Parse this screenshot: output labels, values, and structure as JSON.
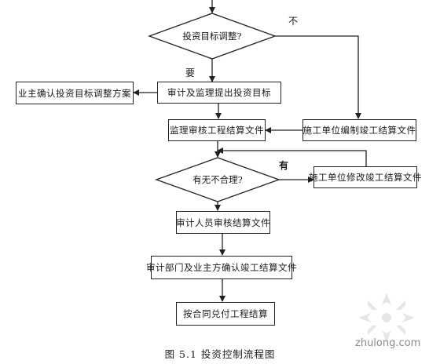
{
  "nodes": {
    "decision_adjust": "投资目标调整?",
    "owner_confirm": "业主确认投资目标调整方案",
    "audit_propose": "审计及监理提出投资目标",
    "supervisor_review": "监理审核工程结算文件",
    "contractor_prepare": "施工单位编制竣工结算文件",
    "decision_unreasonable": "有无不合理?",
    "contractor_modify": "施工单位修改竣工结算文件",
    "auditor_review": "审计人员审核结算文件",
    "dept_confirm": "审计部门及业主方确认竣工结算文件",
    "pay_settlement": "按合同兑付工程结算"
  },
  "edge_labels": {
    "no": "不",
    "yes": "要",
    "has": "有"
  },
  "caption": "图 5.1 投资控制流程图",
  "watermark": "zhulong.com"
}
